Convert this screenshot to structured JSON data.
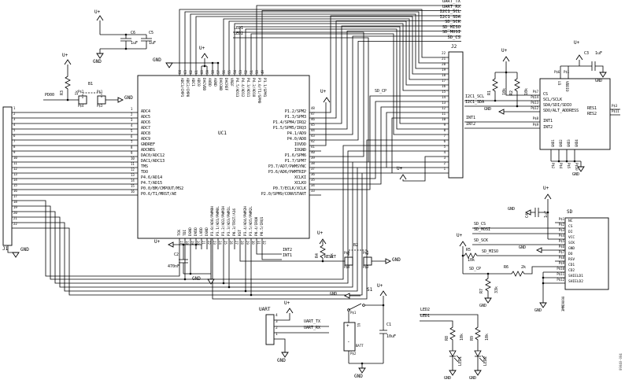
{
  "sym": {
    "vplus": "U+",
    "gnd": "GND"
  },
  "corner_note": "09040-004",
  "ic": {
    "ref": "UC1",
    "left": [
      {
        "n": "1",
        "t": "ADC4"
      },
      {
        "n": "2",
        "t": "ADC5"
      },
      {
        "n": "3",
        "t": "ADC6"
      },
      {
        "n": "4",
        "t": "ADC7"
      },
      {
        "n": "5",
        "t": "ADC8"
      },
      {
        "n": "6",
        "t": "ADC9"
      },
      {
        "n": "7",
        "t": "GNDREF"
      },
      {
        "n": "8",
        "t": "ADCNEG"
      },
      {
        "n": "9",
        "t": "DAC0/ADC12"
      },
      {
        "n": "10",
        "t": "DAC1/ADC13"
      },
      {
        "n": "11",
        "t": "TMS"
      },
      {
        "n": "12",
        "t": "TDO"
      },
      {
        "n": "13",
        "t": "P4.6/AD14"
      },
      {
        "n": "14",
        "t": "P4.7/AD15"
      },
      {
        "n": "15",
        "t": "P0.0/BM/CMPOUT/MS2"
      },
      {
        "n": "16",
        "t": "P0.6/T1/MRST/AE"
      }
    ],
    "top": [
      {
        "n": "64",
        "t": "ADC3/CMP1"
      },
      {
        "n": "63",
        "t": "ADC2/CMP0"
      },
      {
        "n": "62",
        "t": "ADC1"
      },
      {
        "n": "61",
        "t": "ADC0"
      },
      {
        "n": "60",
        "t": "DACVDD"
      },
      {
        "n": "59",
        "t": "AVDD"
      },
      {
        "n": "58",
        "t": "AGND"
      },
      {
        "n": "57",
        "t": "DACGND"
      },
      {
        "n": "56",
        "t": "DACREF"
      },
      {
        "n": "55",
        "t": "VREF"
      },
      {
        "n": "54",
        "t": "P4.5/AD13"
      },
      {
        "n": "53",
        "t": "P4.4/AD12"
      },
      {
        "n": "52",
        "t": "P4.3/AD11"
      },
      {
        "n": "51",
        "t": "P4.2/AD10"
      },
      {
        "n": "50",
        "t": "P1.0/T1/SPM0"
      },
      {
        "n": "49",
        "t": "P1.1/SPM1"
      }
    ],
    "right": [
      {
        "n": "48",
        "t": "P1.2/SPM2"
      },
      {
        "n": "47",
        "t": "P1.3/SPM3"
      },
      {
        "n": "46",
        "t": "P1.4/SPM4/IRQ2"
      },
      {
        "n": "45",
        "t": "P1.5/SPM5/IRQ3"
      },
      {
        "n": "44",
        "t": "P4.1/AD9"
      },
      {
        "n": "43",
        "t": "P4.0/AD8"
      },
      {
        "n": "42",
        "t": "IOVDD"
      },
      {
        "n": "41",
        "t": "IOGND"
      },
      {
        "n": "40",
        "t": "P1.6/SPM6"
      },
      {
        "n": "39",
        "t": "P1.7/SPM7"
      },
      {
        "n": "38",
        "t": "P3.7/AD7/PWMSYNC"
      },
      {
        "n": "37",
        "t": "P3.6/AD6/PWMTRIP"
      },
      {
        "n": "36",
        "t": "XCLKI"
      },
      {
        "n": "35",
        "t": "XCLKO"
      },
      {
        "n": "34",
        "t": "P0.7/ECLK/XCLK"
      },
      {
        "n": "33",
        "t": "P2.0/SPM9/CONVSTART"
      }
    ],
    "bottom": [
      {
        "n": "17",
        "t": "TCK"
      },
      {
        "n": "18",
        "t": "TDI"
      },
      {
        "n": "19",
        "t": "DGND"
      },
      {
        "n": "20",
        "t": "DVDD"
      },
      {
        "n": "21",
        "t": "LVDD"
      },
      {
        "n": "22",
        "t": "DGND"
      },
      {
        "n": "23",
        "t": "P3.0/AD0/PWM0H"
      },
      {
        "n": "24",
        "t": "P3.1/AD1/PWM0L"
      },
      {
        "n": "25",
        "t": "P3.2/AD2/PWM1H"
      },
      {
        "n": "26",
        "t": "P3.3/AD3/PWM1L"
      },
      {
        "n": "27",
        "t": "P0.3/TRST/A16"
      },
      {
        "n": "28",
        "t": "RST"
      },
      {
        "n": "29",
        "t": "P3.4/AD4/PWM2H"
      },
      {
        "n": "30",
        "t": "P3.5/AD5/PWM2L"
      },
      {
        "n": "31",
        "t": "P0.4/IRQ0"
      },
      {
        "n": "32",
        "t": "P0.5/IRQ1"
      }
    ]
  },
  "j1": {
    "ref": "J1",
    "nums": [
      "1",
      "2",
      "3",
      "4",
      "5",
      "6",
      "7",
      "8",
      "9",
      "10",
      "11",
      "12",
      "13",
      "14",
      "15",
      "16",
      "17",
      "18",
      "19",
      "20",
      "21",
      "22"
    ]
  },
  "j2": {
    "ref": "J2",
    "nums": [
      "22",
      "21",
      "20",
      "19",
      "18",
      "17",
      "16",
      "15",
      "14",
      "13",
      "12",
      "11",
      "10",
      "9",
      "8",
      "7",
      "6",
      "5",
      "4",
      "3",
      "2",
      "1"
    ]
  },
  "top_nets": [
    "UART_TX",
    "UART_RX",
    "I2C1_SCL",
    "I2C1_SDA",
    "SD_SCK",
    "SD_MISO",
    "SD_MOSI",
    "SD_CS"
  ],
  "nets": {
    "pd00": "PD00",
    "reset": "RESET",
    "int1": "INT1",
    "int2": "INT2",
    "led1": "LED1",
    "led2": "LED2",
    "sd_cp": "SD_CP",
    "i2c1_scl": "I2C1_SCL",
    "i2c1_sda": "I2C1_SDA",
    "uart_tx": "UART_TX",
    "uart_rx": "UART_RX",
    "sd_cs": "SD_CS",
    "sd_mosi": "SD_MOSI",
    "sd_sck": "SD_SCK",
    "sd_miso": "SD_MISO"
  },
  "accel": {
    "left": [
      {
        "pad": "P$7",
        "t": "CS"
      },
      {
        "pad": "P$14",
        "t": "SCL/SCLK"
      },
      {
        "pad": "P$13",
        "t": "SDA/SDI/SDIO"
      },
      {
        "pad": "P$12",
        "t": "SDO/ALT_ADDRESS"
      }
    ],
    "ints": [
      {
        "pad": "P$8",
        "t": "INT1"
      },
      {
        "pad": "P$9",
        "t": "INT2"
      }
    ],
    "res": [
      {
        "pad": "P$3",
        "t": "RES1"
      },
      {
        "pad": "P$11",
        "t": "RES2"
      }
    ],
    "top_pads": [
      "P$6",
      "P$1"
    ],
    "top_labels": [
      "U3",
      "VDDIO"
    ],
    "gnds": [
      {
        "pad": "P$2",
        "t": "GND1"
      },
      {
        "pad": "P$4",
        "t": "GND2"
      },
      {
        "pad": "P$5",
        "t": "GND3"
      },
      {
        "pad": "P$10",
        "t": "GND4"
      }
    ]
  },
  "sd": {
    "ref": "SD",
    "part": "3MMD9090",
    "pins": [
      {
        "pad": "P$1",
        "t": "NC"
      },
      {
        "pad": "P$2",
        "t": "CS"
      },
      {
        "pad": "P$3",
        "t": "DI"
      },
      {
        "pad": "P$4",
        "t": "VCC"
      },
      {
        "pad": "P$5",
        "t": "SCK"
      },
      {
        "pad": "P$6",
        "t": "GND"
      },
      {
        "pad": "P$7",
        "t": "DO"
      },
      {
        "pad": "P$8",
        "t": "RSV"
      },
      {
        "pad": "P$9",
        "t": "CD1"
      },
      {
        "pad": "P$10",
        "t": "CD2"
      },
      {
        "pad": "P$11",
        "t": "SHIELD1"
      },
      {
        "pad": "P$12",
        "t": "SHIELD2"
      }
    ]
  },
  "uart": {
    "ref": "UART",
    "nums": [
      "4",
      "3",
      "2",
      "1"
    ]
  },
  "parts": {
    "c1": {
      "r": "C1",
      "v": "10uF"
    },
    "c2": {
      "r": "C2",
      "v": "470nF"
    },
    "c3": {
      "r": "C3",
      "v": "1uF"
    },
    "c4": {
      "r": "C4",
      "v": "1uF"
    },
    "c5": {
      "r": "C5",
      "v": "1uF"
    },
    "c6": {
      "r": "C6",
      "v": "1uF"
    },
    "r1": {
      "r": "R1",
      "v": "10k"
    },
    "r2": {
      "r": "R2",
      "v": "10k"
    },
    "r3": {
      "r": "R3",
      "v": "1k"
    },
    "r4": {
      "r": "R4",
      "v": "1k"
    },
    "r5": {
      "r": "R5",
      "v": "10k"
    },
    "r6": {
      "r": "R6",
      "v": "2k"
    },
    "r7": {
      "r": "R7",
      "v": "33k"
    },
    "r8": {
      "r": "R8",
      "v": "10k"
    },
    "r9": {
      "r": "R9",
      "v": "10k"
    },
    "b1": {
      "r": "B1",
      "p": [
        "P$2",
        "P$4",
        "P$1",
        "P$3"
      ]
    },
    "b2": {
      "r": "B2",
      "p": [
        "P$2",
        "P$4",
        "P$1",
        "P$3"
      ]
    },
    "s1": {
      "r": "S1"
    },
    "bat": {
      "r": "U1",
      "t": "BATT",
      "plus": "+",
      "minus": "-",
      "p1": "P$1",
      "p2": "P$2"
    },
    "led1": {
      "r": "LED1"
    },
    "led2": {
      "r": "LED2"
    }
  }
}
